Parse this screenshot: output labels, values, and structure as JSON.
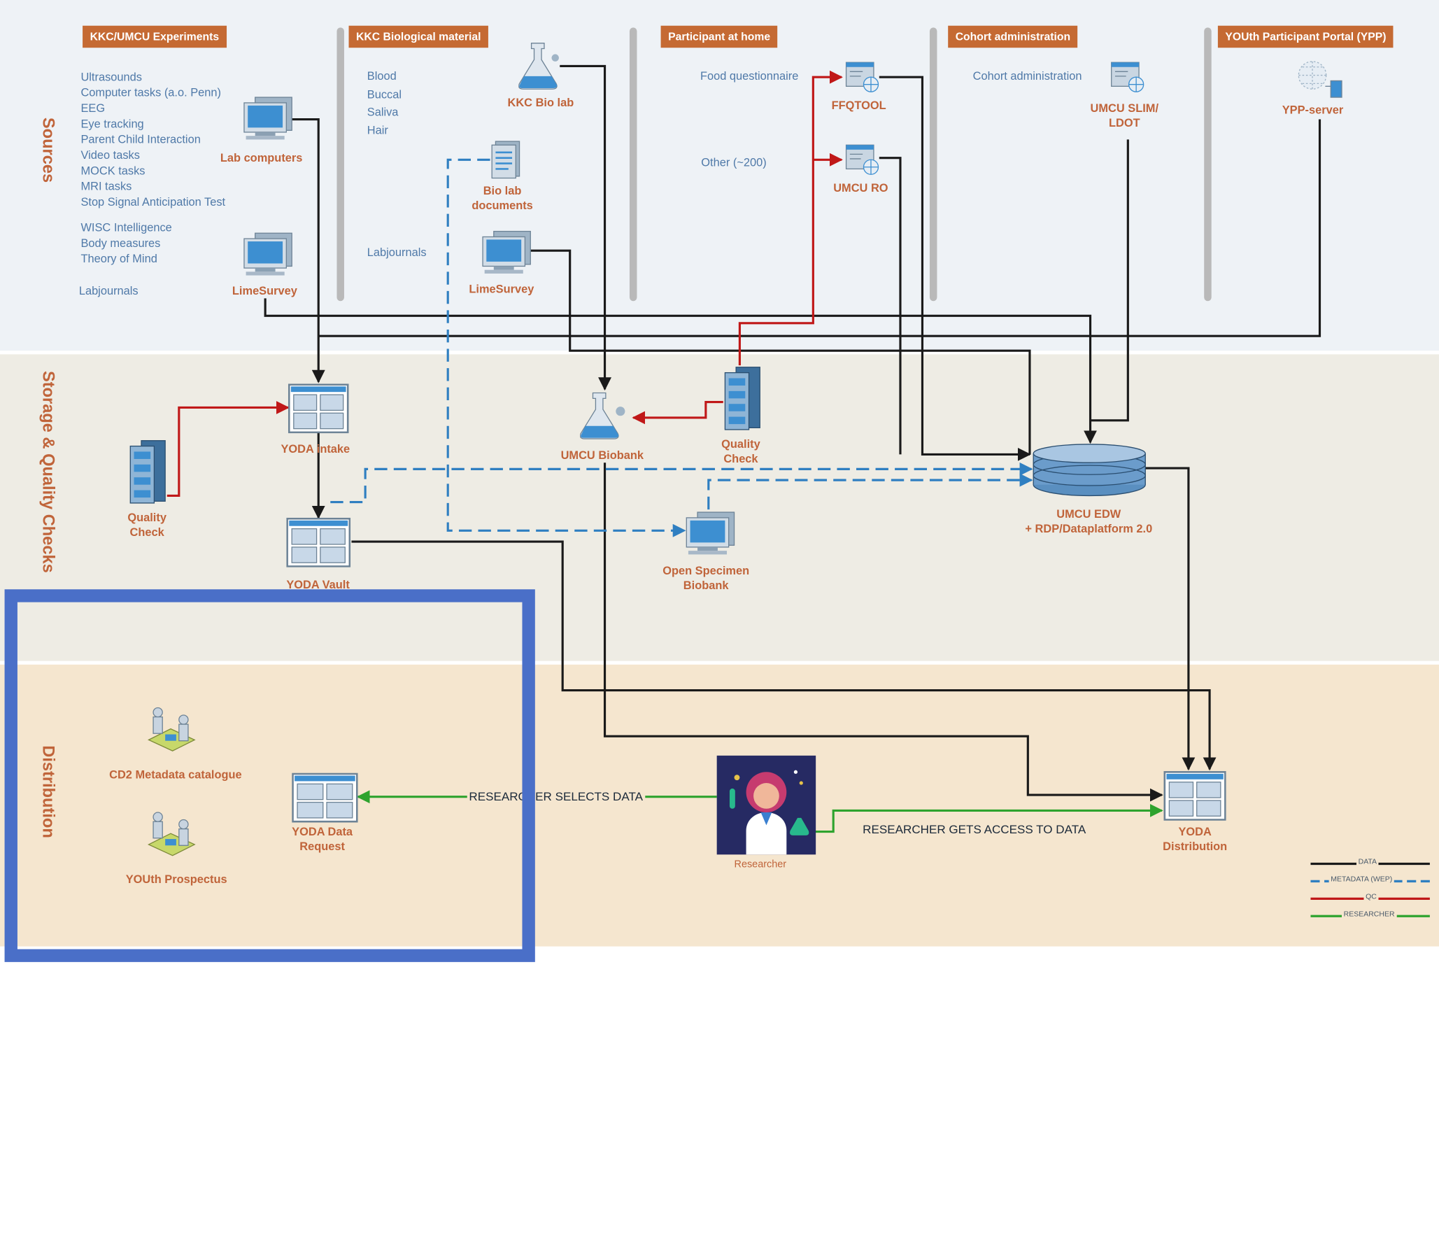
{
  "bands": {
    "sources": "Sources",
    "storage": "Storage & Quality Checks",
    "distribution": "Distribution"
  },
  "headers": {
    "experiments": "KKC/UMCU  Experiments",
    "biological": "KKC Biological material",
    "home": "Participant at home",
    "cohort": "Cohort administration",
    "portal": "YOUth Participant Portal (YPP)"
  },
  "experiments_list": [
    "Ultrasounds",
    "Computer tasks (a.o. Penn)",
    "EEG",
    "Eye tracking",
    "Parent Child Interaction",
    "Video tasks",
    "MOCK tasks",
    "MRI tasks",
    "Stop Signal Anticipation Test"
  ],
  "experiments_list2": [
    "WISC Intelligence",
    "Body measures",
    "Theory of Mind"
  ],
  "labjournals_1": "Labjournals",
  "bio_list": [
    "Blood",
    "Buccal",
    "Saliva",
    "Hair"
  ],
  "labjournals_2": "Labjournals",
  "food_questionnaire": "Food questionnaire",
  "other": "Other (~200)",
  "cohort_admin": "Cohort administration",
  "nodes": {
    "lab_computers": "Lab computers",
    "limesurvey_1": "LimeSurvey",
    "kkc_bio_lab": "KKC Bio lab",
    "bio_lab_documents": "Bio lab\ndocuments",
    "limesurvey_2": "LimeSurvey",
    "ffqtool": "FFQTOOL",
    "umcu_ro": "UMCU RO",
    "umcu_slim": "UMCU SLIM/\nLDOT",
    "ypp_server": "YPP-server",
    "yoda_intake": "YODA intake",
    "quality_check_1": "Quality\nCheck",
    "yoda_vault": "YODA Vault",
    "umcu_biobank": "UMCU Biobank",
    "quality_check_2": "Quality\nCheck",
    "open_specimen": "Open Specimen\nBiobank",
    "umcu_edw": "UMCU EDW\n+ RDP/Dataplatform 2.0",
    "cd2_catalogue": "CD2 Metadata catalogue",
    "youth_prospectus": "YOUth Prospectus",
    "yoda_data_request": "YODA Data\nRequest",
    "researcher": "Researcher",
    "yoda_distribution": "YODA\nDistribution"
  },
  "flows": {
    "selects": "RESEARCHER SELECTS DATA",
    "gets_access": "RESEARCHER GETS ACCESS TO DATA"
  },
  "legend": [
    "DATA",
    "METADATA (WEP)",
    "QC",
    "RESEARCHER"
  ],
  "colors": {
    "data": "#1a1a1a",
    "metadata": "#2f7fc1",
    "qc": "#c01818",
    "researcher": "#2ea32e",
    "header": "#c56a33",
    "label": "#c0643a",
    "list_text": "#4f79a8",
    "focus_box": "#4a6fc8"
  },
  "icons": [
    "computer-icon",
    "flask-icon",
    "document-icon",
    "web-form-icon",
    "globe-icon",
    "server-icon",
    "yoda-icon",
    "database-icon",
    "catalogue-icon",
    "researcher-icon"
  ]
}
